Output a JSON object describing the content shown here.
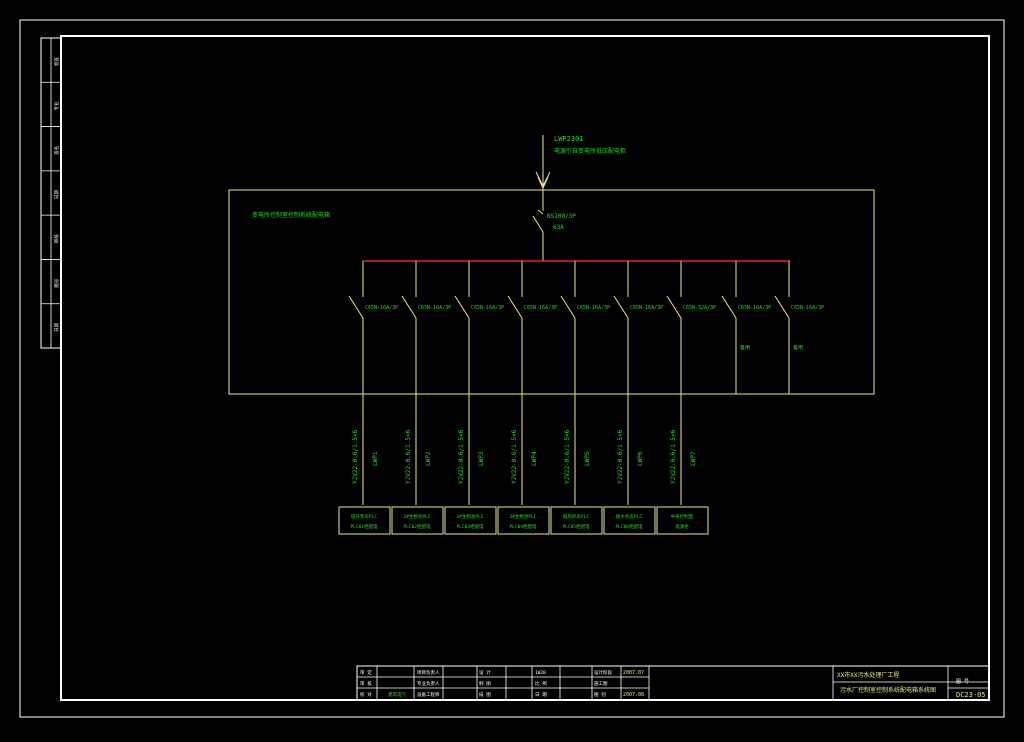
{
  "colors": {
    "background": "#000000",
    "frame": "#ffffff",
    "panel": "#e8e88a",
    "label": "#22dd22",
    "busbar": "#ff3030",
    "feeder": "#e8e88a"
  },
  "incoming": {
    "cable_id": "LWP2301",
    "source_note": "电源引自变电所低压配电柜",
    "main_breaker": "NS100/3P",
    "main_breaker_rating": "63A"
  },
  "panel": {
    "title": "变电所控制室控制系统配电箱"
  },
  "breakers": [
    {
      "label": "C65N-16A/3P",
      "spare": ""
    },
    {
      "label": "C65N-16A/3P",
      "spare": ""
    },
    {
      "label": "C65N-16A/3P",
      "spare": ""
    },
    {
      "label": "C65N-16A/3P",
      "spare": ""
    },
    {
      "label": "C65N-16A/3P",
      "spare": ""
    },
    {
      "label": "C65N-16A/3P",
      "spare": ""
    },
    {
      "label": "C65N-32A/3P",
      "spare": ""
    },
    {
      "label": "C65N-16A/3P",
      "spare": "备用"
    },
    {
      "label": "C65N-16A/3P",
      "spare": "备用"
    }
  ],
  "feeders": [
    {
      "cable": "YJV22-0.6/1 5×6",
      "id": "LWP1",
      "load_line1": "提升泵房PLC",
      "load_line2": "PLC01柜配电"
    },
    {
      "cable": "YJV22-0.6/1 5×6",
      "id": "LWP2",
      "load_line1": "1#生物池PLC",
      "load_line2": "PLC02柜配电"
    },
    {
      "cable": "YJV22-0.6/1 5×6",
      "id": "LWP3",
      "load_line1": "2#生物池PLC",
      "load_line2": "PLC03柜配电"
    },
    {
      "cable": "YJV22-0.6/1 5×6",
      "id": "LWP4",
      "load_line1": "3#生物池PLC",
      "load_line2": "PLC04柜配电"
    },
    {
      "cable": "YJV22-0.6/1 5×6",
      "id": "LWP5",
      "load_line1": "鼓风机房PLC",
      "load_line2": "PLC05柜配电"
    },
    {
      "cable": "YJV22-0.6/1 5×6",
      "id": "LWP6",
      "load_line1": "脱水机房PLC",
      "load_line2": "PLC06柜配电"
    },
    {
      "cable": "YJV22-0.6/1 5×6",
      "id": "LWP7",
      "load_line1": "中央控制室",
      "load_line2": "电源柜"
    }
  ],
  "left_strip": [
    "会签",
    "专业",
    "签名",
    "日期",
    "审核",
    "图号",
    "日期"
  ],
  "title_block": {
    "roles": [
      [
        "审 定",
        "项目负责人",
        "设 计",
        "1020"
      ],
      [
        "审 核",
        "专业负责人",
        "制 图",
        "比 例"
      ],
      [
        "校 对",
        "设备工程师",
        "描 图",
        "日 期"
      ]
    ],
    "designer": "建筑电气",
    "stamps": [
      {
        "label": "设计阶段",
        "value": "2007.07"
      },
      {
        "label": "施工图",
        "value": ""
      },
      {
        "label": "图 别",
        "value": "2007.08"
      }
    ],
    "project": "XX市XX污水处理厂工程",
    "drawing_title": "污水厂控制室控制系统配电箱系统图",
    "drawing_no_label": "图 号",
    "drawing_no": "DC23-05"
  }
}
